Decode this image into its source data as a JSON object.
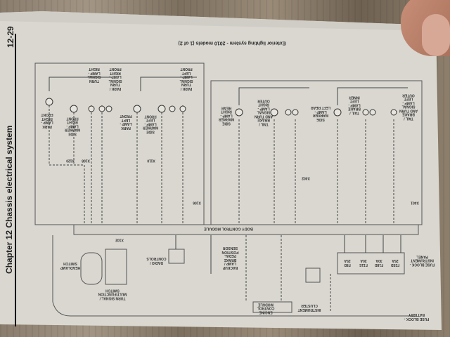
{
  "page": {
    "page_number": "12-29",
    "chapter": "Chapter 12 Chassis electrical system",
    "title": "Exterior lighting system - 2010 models (1 of 2)"
  },
  "modules": {
    "bcm": "BODY CONTROL MODULE",
    "fuse_block": "FUSE BLOCK -\nINSTRUMENT\nPANEL",
    "fuses": [
      "F8D\n25A",
      "F11S\n30A",
      "F18D\n30A",
      "F25D\n25A"
    ],
    "headlamp_switch": "HEADLAMP\nSWITCH",
    "turn_switch": "TURN SIGNAL /\nMULTIFUNCTION\nSWITCH",
    "radio": "RADIO /\nCONTROLS",
    "brake_sensor": "BACKUP\nLAMP /\nBRAKE\nPEDAL\nPOSITION\nSENSOR",
    "ecm": "ENGINE\nCONTROL\nMODULE",
    "cluster": "INSTRUMENT\nCLUSTER",
    "battery": "FUSE BLOCK -\nBATTERY"
  },
  "lamps": {
    "park_rf": "PARK\nLAMP -\nRIGHT\nFRONT",
    "side_rf": "SIDE\nMARKER\nLAMP -\nRIGHT\nFRONT",
    "turn_rf": "PARK /\nTURN\nSIGNAL\nLAMP -\nRIGHT\nFRONT",
    "turn2_rf": "TURN\nSIGNAL\nLAMP -\nRIGHT",
    "park_lf": "PARK\nLAMP -\nLEFT\nFRONT",
    "side_lf": "SIDE\nMARKER\nLAMP -\nLEFT\nFRONT",
    "turn_lf": "PARK /\nTURN\nSIGNAL\nLAMP -\nLEFT\nFRONT",
    "side_rr": "SIDE\nMARKER\nLAMP -\nRIGHT\nREAR",
    "tail_r": "TAIL /\nBRAKE\nAND TURN\nSIGNAL\nLAMP -\nRIGHT\nOUTER",
    "side_lr": "SIDE\nMARKER\nLAMP -\nLEFT REAR",
    "tail_l_inner": "TAIL /\nBRAKE\nLAMP -\nLEFT\nINNER",
    "tail_l": "TAIL /\nBRAKE\nAND TURN\nSIGNAL\nLAMP -\nLEFT\nOUTER"
  },
  "connectors": [
    "X120",
    "X108",
    "X110",
    "X106",
    "X402",
    "X401",
    "X102"
  ]
}
